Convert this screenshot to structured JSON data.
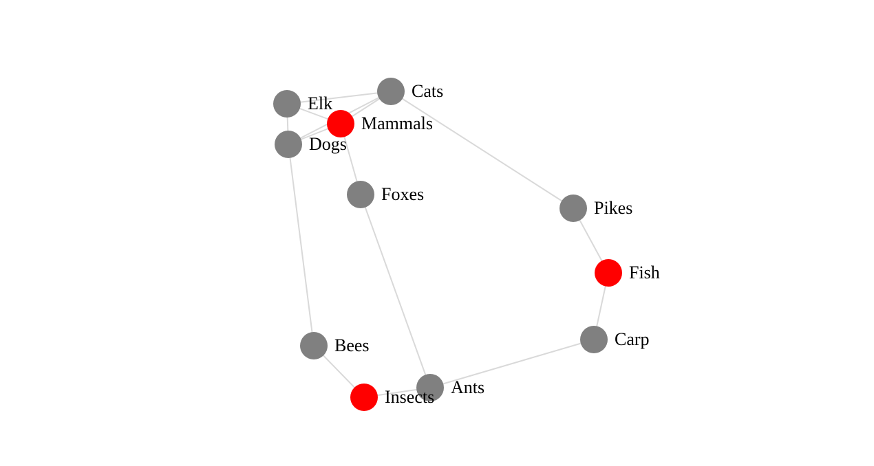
{
  "graph": {
    "colors": {
      "category": "#ff0000",
      "member": "#808080",
      "edge": "#d9d9d9",
      "label": "#000000"
    },
    "nodes": [
      {
        "id": "cats",
        "label": "Cats",
        "kind": "member"
      },
      {
        "id": "elk",
        "label": "Elk",
        "kind": "member"
      },
      {
        "id": "mammals",
        "label": "Mammals",
        "kind": "category"
      },
      {
        "id": "dogs",
        "label": "Dogs",
        "kind": "member"
      },
      {
        "id": "foxes",
        "label": "Foxes",
        "kind": "member"
      },
      {
        "id": "pikes",
        "label": "Pikes",
        "kind": "member"
      },
      {
        "id": "fish",
        "label": "Fish",
        "kind": "category"
      },
      {
        "id": "carp",
        "label": "Carp",
        "kind": "member"
      },
      {
        "id": "bees",
        "label": "Bees",
        "kind": "member"
      },
      {
        "id": "insects",
        "label": "Insects",
        "kind": "category"
      },
      {
        "id": "ants",
        "label": "Ants",
        "kind": "member"
      }
    ],
    "edges": [
      {
        "source": "elk",
        "target": "cats"
      },
      {
        "source": "elk",
        "target": "mammals"
      },
      {
        "source": "elk",
        "target": "dogs"
      },
      {
        "source": "cats",
        "target": "mammals"
      },
      {
        "source": "cats",
        "target": "dogs"
      },
      {
        "source": "dogs",
        "target": "mammals"
      },
      {
        "source": "mammals",
        "target": "foxes"
      },
      {
        "source": "cats",
        "target": "pikes"
      },
      {
        "source": "pikes",
        "target": "fish"
      },
      {
        "source": "fish",
        "target": "carp"
      },
      {
        "source": "carp",
        "target": "ants"
      },
      {
        "source": "foxes",
        "target": "ants"
      },
      {
        "source": "dogs",
        "target": "bees"
      },
      {
        "source": "bees",
        "target": "insects"
      },
      {
        "source": "insects",
        "target": "ants"
      }
    ]
  }
}
